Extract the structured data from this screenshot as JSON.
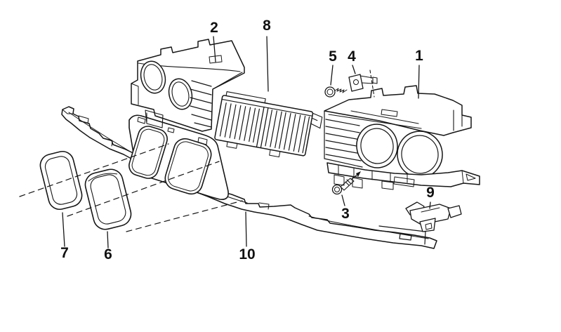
{
  "page": {
    "background": "#ffffff"
  },
  "diagram": {
    "type": "exploded-parts-diagram",
    "line_color": "#161616",
    "label_color": "#111111",
    "callouts": [
      {
        "label": "1"
      },
      {
        "label": "2"
      },
      {
        "label": "3"
      },
      {
        "label": "4"
      },
      {
        "label": "5"
      },
      {
        "label": "6"
      },
      {
        "label": "7"
      },
      {
        "label": "8"
      },
      {
        "label": "9"
      },
      {
        "label": "10"
      }
    ]
  }
}
